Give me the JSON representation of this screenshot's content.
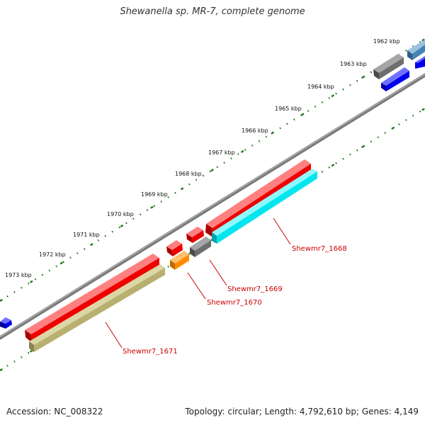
{
  "title": "Shewanella sp. MR-7, complete genome",
  "footer": {
    "accession": "Accession: NC_008322",
    "topology": "Topology: circular; Length: 4,792,610 bp; Genes: 4,149"
  },
  "kbp_ticks": [
    "1962 kbp",
    "1963 kbp",
    "1964 kbp",
    "1965 kbp",
    "1966 kbp",
    "1967 kbp",
    "1968 kbp",
    "1969 kbp",
    "1970 kbp",
    "1971 kbp",
    "1972 kbp",
    "1973 kbp"
  ],
  "gene_labels": [
    "Shewmr7_1668",
    "Shewmr7_1669",
    "Shewmr7_1670",
    "Shewmr7_1671"
  ],
  "colors": {
    "backbone": "#7a7a7a",
    "tick": "#1f7a1f",
    "red": "#ee0000",
    "cyan": "#00e5ee",
    "gray": "#6e6e6e",
    "orange": "#ff8c00",
    "khaki": "#b8b070",
    "blue": "#0000ee",
    "steelblue": "#4682b4"
  }
}
